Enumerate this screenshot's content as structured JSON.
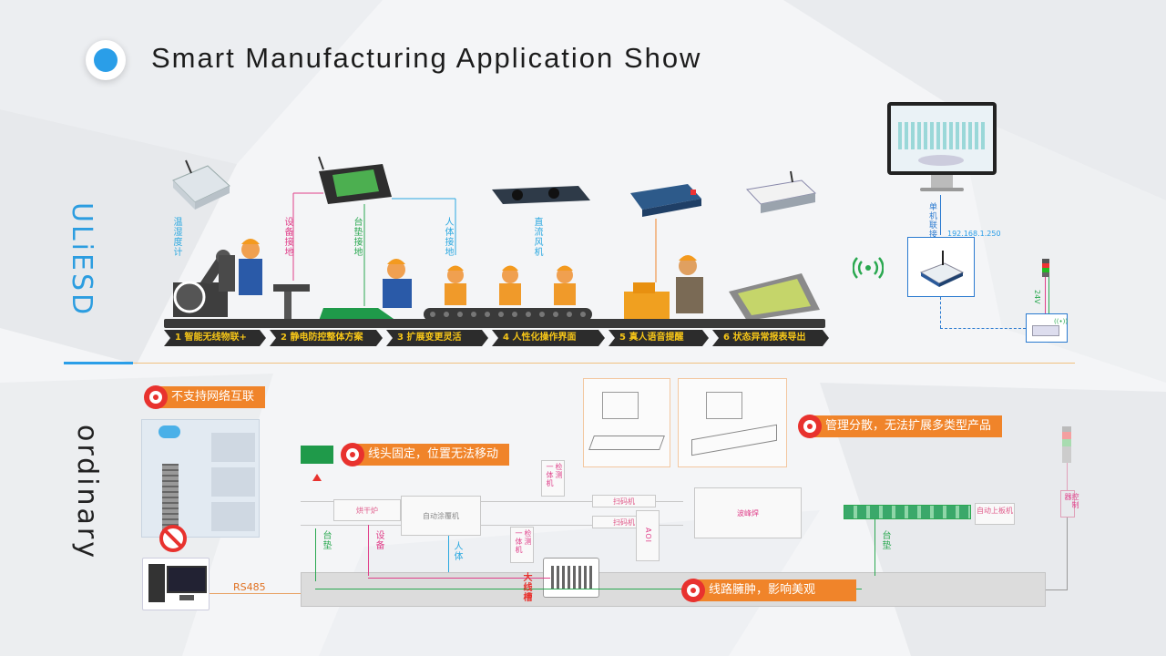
{
  "header": {
    "title": "Smart Manufacturing Application Show"
  },
  "sections": {
    "top_label": "ULiESD",
    "bottom_label": "ordinary"
  },
  "top_flow": {
    "steps": [
      "1 智能无线物联+",
      "2 静电防控整体方案",
      "3 扩展变更灵活",
      "4 人性化操作界面",
      "5 真人语音提醒",
      "6 状态异常报表导出"
    ],
    "labels": {
      "temp_humidity": "温湿度计",
      "device_ground": "设备接地",
      "mat_ground": "台垫接地",
      "body_ground": "人体接地",
      "dc_fan": "直流风机"
    },
    "network": {
      "standalone": "单机联接",
      "ip": "192.168.1.250",
      "voltage": "24V"
    }
  },
  "bottom_flow": {
    "warnings": {
      "no_network": "不支持网络互联",
      "fixed_wiring": "线头固定，位置无法移动",
      "scattered": "管理分散，无法扩展多类型产品",
      "messy_lines": "线路臃肿，影响美观"
    },
    "stations": {
      "oven": "烘干炉",
      "auto_coating": "自动涂覆机",
      "inspect1": "一体机",
      "inspect2": "检测",
      "scanner": "扫码机",
      "aoi": "AOI",
      "wave": "波峰焊",
      "auto_loader": "自动上板机",
      "controller": "控制器"
    },
    "wire_labels": {
      "mat": "台垫",
      "device": "设备",
      "body": "人体",
      "big_trough": "大线槽",
      "mat2": "台垫",
      "rs485": "RS485"
    }
  },
  "colors": {
    "accent_blue": "#2a9ee8",
    "warn_orange": "#f0842a",
    "warn_red": "#e8322e",
    "step_yellow": "#f5c518",
    "pink": "#e0408a",
    "green": "#2aa850",
    "cyan": "#2aa8e0"
  }
}
